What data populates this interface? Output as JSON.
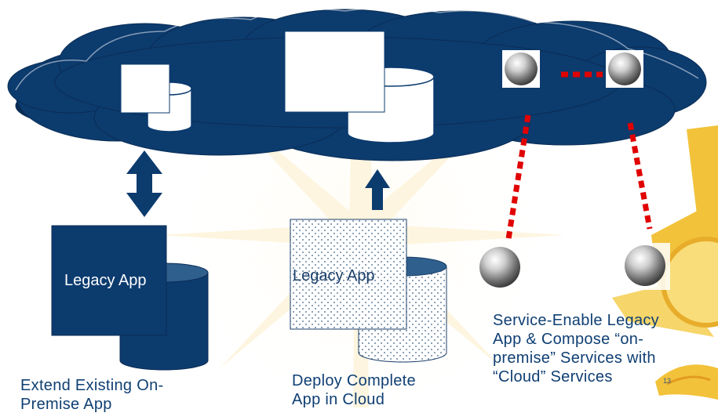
{
  "scenario_extend": {
    "box_label": "Legacy App",
    "caption_line1": "Extend Existing On-",
    "caption_line2": "Premise App"
  },
  "scenario_deploy": {
    "box_label": "Legacy App",
    "caption_line1": "Deploy Complete",
    "caption_line2": "App in Cloud"
  },
  "scenario_service": {
    "caption_line1": "Service-Enable Legacy",
    "caption_line2": "App & Compose “on-",
    "caption_line3": "premise” Services with",
    "caption_line4": "“Cloud” Services"
  },
  "slide": {
    "page_number": "13"
  },
  "colors": {
    "cloud": "#0c3b6e",
    "box": "#0c3b6e",
    "text": "#0f3f73",
    "connector": "#e00000",
    "sun": "#f2c23a"
  }
}
